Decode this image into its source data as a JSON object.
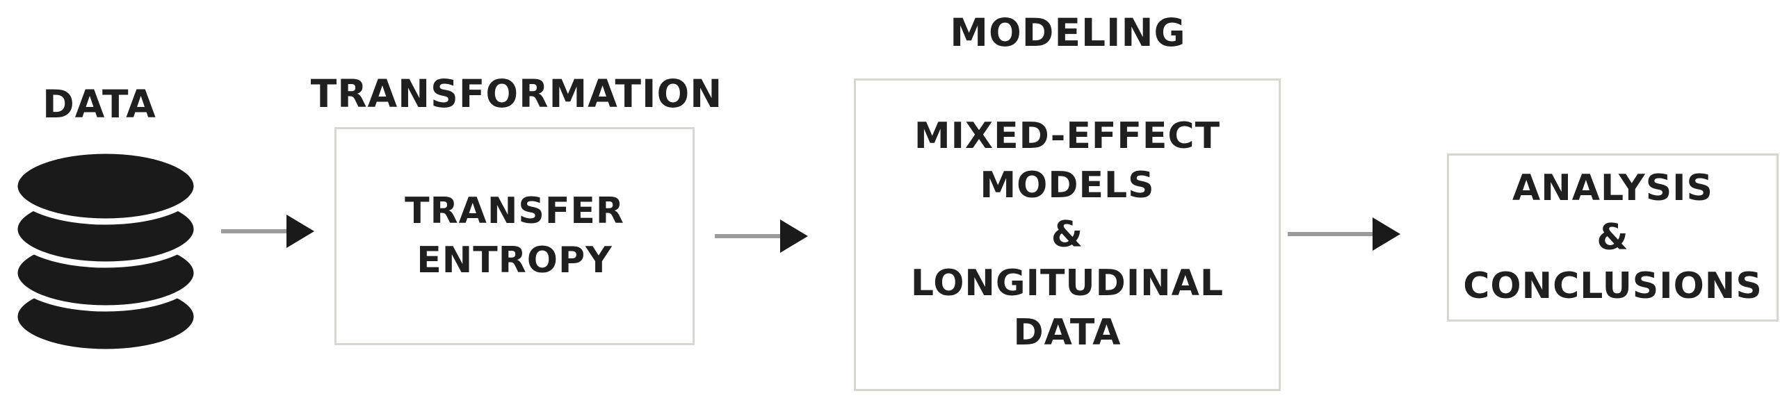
{
  "diagram": {
    "stages": [
      {
        "name": "data",
        "label": "DATA",
        "icon": "database-icon"
      },
      {
        "name": "transformation",
        "label": "TRANSFORMATION",
        "box_text": "TRANSFER\nENTROPY"
      },
      {
        "name": "modeling",
        "label": "MODELING",
        "box_text": "MIXED-EFFECT\nMODELS\n&\nLONGITUDINAL\nDATA"
      },
      {
        "name": "analysis-conclusions",
        "box_text": "ANALYSIS\n&\nCONCLUSIONS"
      }
    ],
    "connectors": [
      {
        "from": "data",
        "to": "transformation",
        "shape": "right-arrow"
      },
      {
        "from": "transformation",
        "to": "modeling",
        "shape": "right-arrow"
      },
      {
        "from": "modeling",
        "to": "analysis-conclusions",
        "shape": "right-arrow"
      }
    ]
  },
  "colors": {
    "background": "#ffffff",
    "text": "#1f1f1f",
    "box_border": "#d7d7d2",
    "arrow_line": "#9b9b9b",
    "arrow_head": "#1a1a1a",
    "icon": "#1a1a1a"
  }
}
